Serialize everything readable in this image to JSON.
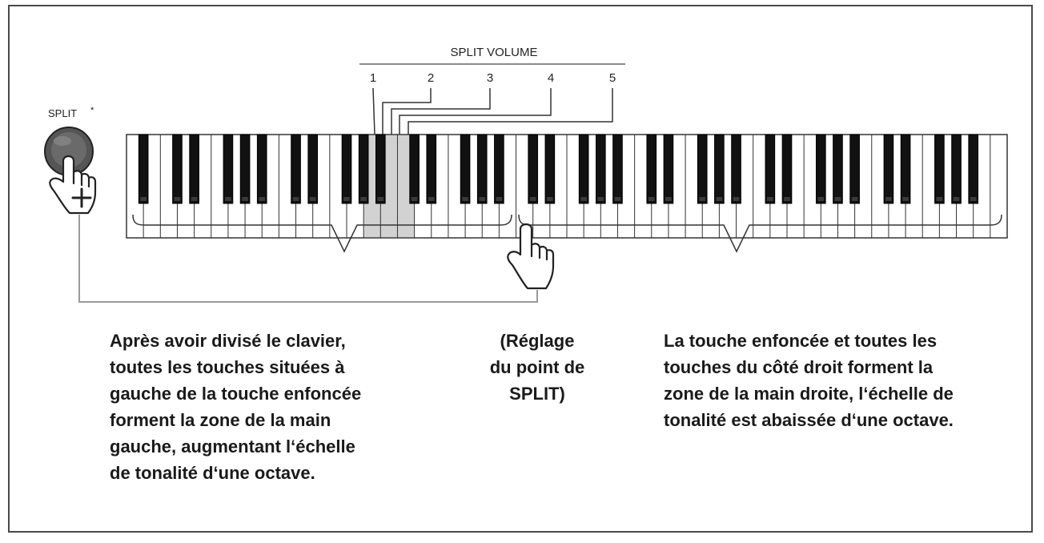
{
  "split_volume": {
    "title": "SPLIT VOLUME",
    "levels": [
      "1",
      "2",
      "3",
      "4",
      "5"
    ]
  },
  "split_button": {
    "label": "SPLIT",
    "superscript": "*",
    "press_icon": "hand-pointer-plus-icon"
  },
  "keyboard": {
    "white_keys": 52,
    "highlighted_keys": 3,
    "split_press_icon": "hand-pointer-icon"
  },
  "captions": {
    "left": "Après avoir divisé le clavier,\ntoutes les touches situées à\ngauche de la touche enfoncée\nforment la zone de la main\ngauche, augmentant l‘échelle\nde tonalité d‘une octave.",
    "center": "(Réglage\ndu point de\nSPLIT)",
    "right": "La touche enfoncée et toutes les\ntouches du côté droit forment la\nzone de la main droite, l‘échelle de\ntonalité est abaissée d‘une octave."
  },
  "colors": {
    "frame": "#4a4a4a",
    "line": "#333333",
    "highlight": "#d2d2d2",
    "button": "#555555"
  }
}
